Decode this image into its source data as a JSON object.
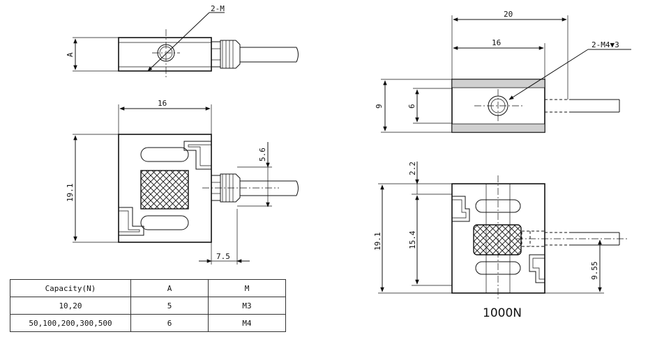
{
  "top_left": {
    "label_2m": "2-M",
    "label_a": "A"
  },
  "front_left": {
    "dim_width": "16",
    "dim_height": "19.1",
    "dim_port": "5.6",
    "dim_offset": "7.5"
  },
  "right_top": {
    "dim_20": "20",
    "dim_16": "16",
    "dim_9": "9",
    "dim_6": "6",
    "label_thread": "2-M4▼3"
  },
  "right_front": {
    "dim_22": "2.2",
    "dim_191": "19.1",
    "dim_154": "15.4",
    "dim_955": "9.55",
    "model": "1000N"
  },
  "table": {
    "headers": [
      "Capacity(N)",
      "A",
      "M"
    ],
    "rows": [
      [
        "10,20",
        "5",
        "M3"
      ],
      [
        "50,100,200,300,500",
        "6",
        "M4"
      ]
    ]
  },
  "colors": {
    "line": "#111111",
    "shade": "#d0d0d0"
  }
}
